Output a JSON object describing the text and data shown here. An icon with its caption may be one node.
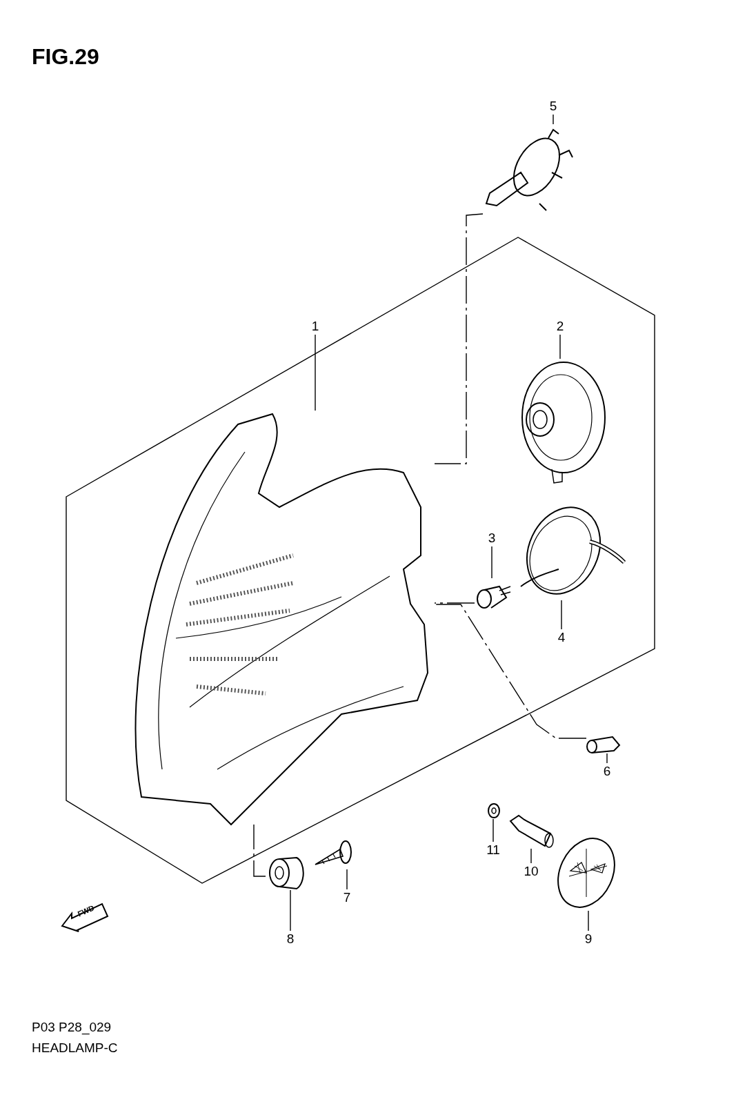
{
  "diagram": {
    "title": "FIG.29",
    "nodes": [
      {
        "text": [
          "1"
        ]
      },
      {
        "text": [
          "2"
        ]
      },
      {
        "text": [
          "3"
        ]
      },
      {
        "text": [
          "4"
        ]
      },
      {
        "text": [
          "5"
        ]
      },
      {
        "text": [
          "6"
        ]
      },
      {
        "text": [
          "7"
        ]
      },
      {
        "text": [
          "8"
        ]
      },
      {
        "text": [
          "9"
        ]
      },
      {
        "text": [
          "10"
        ]
      },
      {
        "text": [
          "11"
        ]
      },
      {
        "text": [],
        "shape": "picture"
      },
      {
        "text": [],
        "shape": "picture"
      },
      {
        "text": [],
        "shape": "picture"
      },
      {
        "text": [],
        "shape": "picture"
      },
      {
        "text": [],
        "shape": "picture"
      },
      {
        "text": [],
        "shape": "picture"
      },
      {
        "text": [],
        "shape": "picture"
      },
      {
        "text": [],
        "shape": "picture"
      },
      {
        "text": [],
        "shape": "picture"
      },
      {
        "text": [],
        "shape": "picture"
      },
      {
        "text": [],
        "shape": "picture"
      }
    ],
    "edges": [
      {
        "from": 0,
        "to": 11,
        "arrow": "none"
      },
      {
        "from": 1,
        "to": 12,
        "arrow": "none"
      },
      {
        "from": 2,
        "to": 13,
        "arrow": "none"
      },
      {
        "from": 3,
        "to": 14,
        "arrow": "none"
      },
      {
        "from": 4,
        "to": 15,
        "arrow": "none"
      },
      {
        "from": 5,
        "to": 16,
        "arrow": "none"
      },
      {
        "from": 6,
        "to": 17,
        "arrow": "none"
      },
      {
        "from": 7,
        "to": 18,
        "arrow": "none"
      },
      {
        "from": 8,
        "to": 19,
        "arrow": "none"
      },
      {
        "from": 9,
        "to": 20,
        "arrow": "none"
      },
      {
        "from": 10,
        "to": 21,
        "arrow": "none"
      },
      {
        "from": 15,
        "to": 11,
        "arrow": "none",
        "style": "dashed"
      },
      {
        "from": 13,
        "to": 11,
        "arrow": "none",
        "style": "dashed"
      },
      {
        "from": 16,
        "to": 11,
        "arrow": "none",
        "style": "dashed"
      },
      {
        "from": 18,
        "to": 11,
        "arrow": "none",
        "style": "dashed"
      }
    ],
    "labels": [
      "FWD",
      "P03 P28_029",
      "HEADLAMP-C"
    ]
  }
}
